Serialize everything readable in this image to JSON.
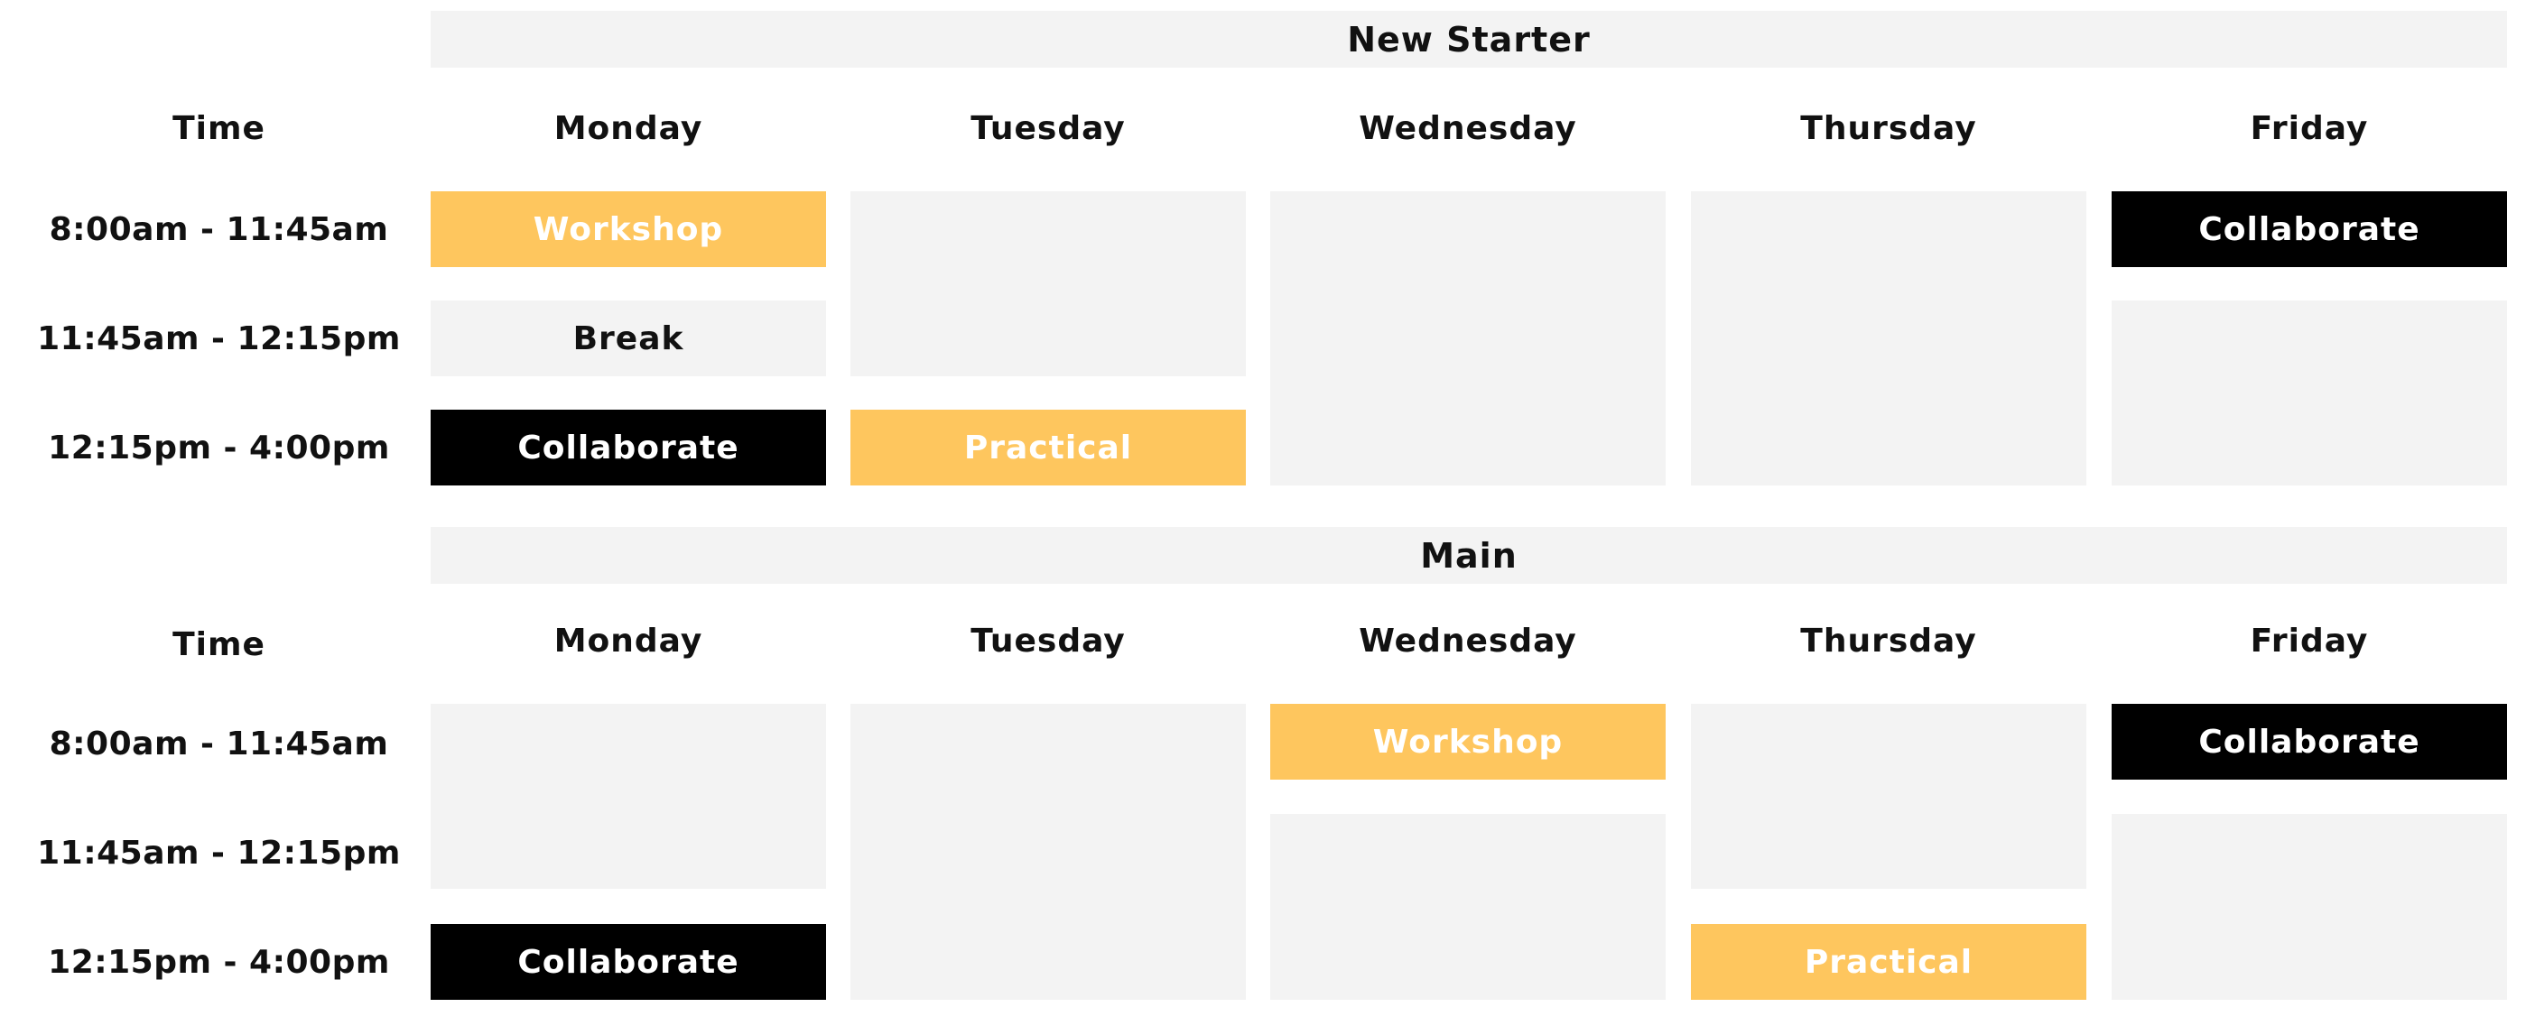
{
  "colors": {
    "gray": "#f3f3f3",
    "yellow": "#fec65e",
    "black": "#000000",
    "text": "#111111"
  },
  "days": [
    "Monday",
    "Tuesday",
    "Wednesday",
    "Thursday",
    "Friday"
  ],
  "time_header": "Time",
  "time_slots": [
    "8:00am - 11:45am",
    "11:45am - 12:15pm",
    "12:15pm - 4:00pm"
  ],
  "schedules": [
    {
      "title": "New Starter",
      "cells": [
        {
          "day": "Monday",
          "slots": "8:00am - 11:45am",
          "label": "Workshop",
          "color": "yellow"
        },
        {
          "day": "Monday",
          "slots": "11:45am - 12:15pm",
          "label": "Break",
          "color": "gray"
        },
        {
          "day": "Monday",
          "slots": "12:15pm - 4:00pm",
          "label": "Collaborate",
          "color": "black"
        },
        {
          "day": "Tuesday",
          "slots": "8:00am - 12:15pm",
          "label": "",
          "color": "gray"
        },
        {
          "day": "Tuesday",
          "slots": "12:15pm - 4:00pm",
          "label": "Practical",
          "color": "yellow"
        },
        {
          "day": "Wednesday",
          "slots": "8:00am - 4:00pm",
          "label": "",
          "color": "gray"
        },
        {
          "day": "Thursday",
          "slots": "8:00am - 4:00pm",
          "label": "",
          "color": "gray"
        },
        {
          "day": "Friday",
          "slots": "8:00am - 11:45am",
          "label": "Collaborate",
          "color": "black"
        },
        {
          "day": "Friday",
          "slots": "11:45am - 4:00pm",
          "label": "",
          "color": "gray"
        }
      ]
    },
    {
      "title": "Main",
      "cells": [
        {
          "day": "Monday",
          "slots": "8:00am - 12:15pm",
          "label": "",
          "color": "gray"
        },
        {
          "day": "Monday",
          "slots": "12:15pm - 4:00pm",
          "label": "Collaborate",
          "color": "black"
        },
        {
          "day": "Tuesday",
          "slots": "8:00am - 4:00pm",
          "label": "",
          "color": "gray"
        },
        {
          "day": "Wednesday",
          "slots": "8:00am - 11:45am",
          "label": "Workshop",
          "color": "yellow"
        },
        {
          "day": "Wednesday",
          "slots": "11:45am - 4:00pm",
          "label": "",
          "color": "gray"
        },
        {
          "day": "Thursday",
          "slots": "8:00am - 12:15pm",
          "label": "",
          "color": "gray"
        },
        {
          "day": "Thursday",
          "slots": "12:15pm - 4:00pm",
          "label": "Practical",
          "color": "yellow"
        },
        {
          "day": "Friday",
          "slots": "8:00am - 11:45am",
          "label": "Collaborate",
          "color": "black"
        },
        {
          "day": "Friday",
          "slots": "11:45am - 4:00pm",
          "label": "",
          "color": "gray"
        }
      ]
    }
  ]
}
